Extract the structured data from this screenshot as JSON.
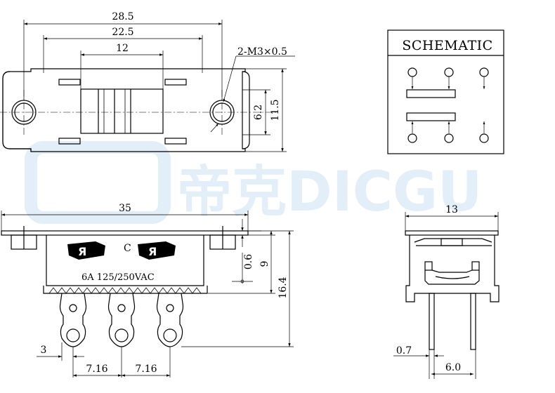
{
  "watermark": {
    "brand": "帝克DICGU"
  },
  "top_view": {
    "dims": {
      "overall_length": "28.5",
      "hole_spacing": "22.5",
      "body_width": "12",
      "mount_hole": "2-M3×0.5",
      "inner_height": "6.2",
      "outer_height": "11.5"
    }
  },
  "schematic": {
    "title": "SCHEMATIC"
  },
  "front_view": {
    "dims": {
      "overall_length": "35",
      "flange_thickness": "0.6",
      "body_height": "9",
      "total_height": "16.4",
      "pin_offset": "3",
      "pitch_left": "7.16",
      "pitch_right": "7.16"
    },
    "marking_c": "C",
    "rating": "6A 125/250VAC"
  },
  "side_view": {
    "dims": {
      "width": "13",
      "pin_width": "0.7",
      "pin_spacing": "6.0"
    }
  }
}
